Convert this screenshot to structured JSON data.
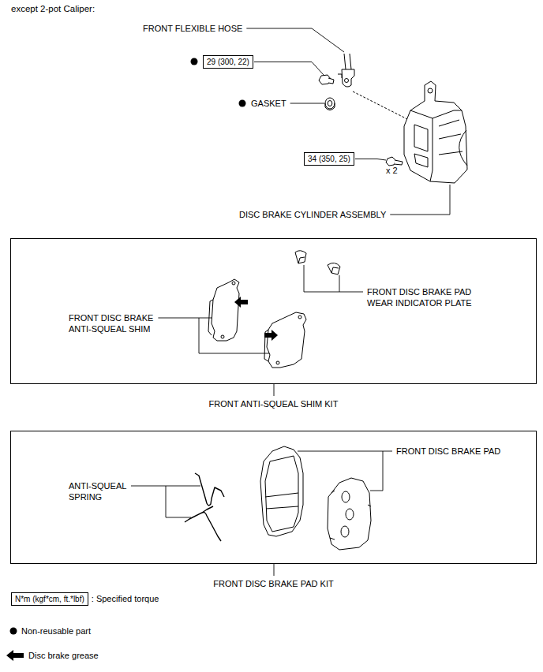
{
  "diagram": {
    "title": "except 2-pot Caliper:",
    "nodes": [
      {
        "text": [
          "29 (300, 22)"
        ]
      },
      {
        "text": [
          "34 (350, 25)"
        ]
      },
      {
        "text": [
          "FRONT ANTI-SQUEAL SHIM KIT"
        ]
      },
      {
        "text": [
          "FRONT DISC BRAKE PAD KIT"
        ]
      },
      {
        "text": [
          "N*m (kgf*cm, ft.*lbf)"
        ]
      }
    ],
    "labels": [
      "FRONT FLEXIBLE HOSE",
      "GASKET",
      "DISC BRAKE CYLINDER ASSEMBLY",
      "x 2",
      "FRONT DISC BRAKE PAD WEAR INDICATOR PLATE",
      "FRONT DISC BRAKE ANTI-SQUEAL SHIM",
      "FRONT DISC BRAKE PAD",
      "ANTI-SQUEAL SPRING"
    ],
    "legend": [
      {
        "text": ": Specified torque"
      },
      {
        "text": "Non-reusable part"
      },
      {
        "text": "Disc brake grease"
      }
    ]
  }
}
